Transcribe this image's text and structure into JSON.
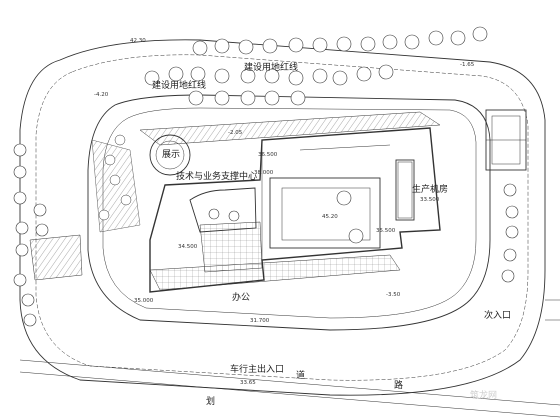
{
  "labels": {
    "land_west": "建设用地红线",
    "land_north": "建设用地红线",
    "exhibit": "展示",
    "tech_center": "技术与业务支撑中心",
    "production": "生产机房",
    "office": "办公",
    "side_entrance": "次入口",
    "main_entrance": "车行主出入口",
    "road_left": "道",
    "road_right": "路",
    "road_mid": "划",
    "watermark": "筑龙网"
  },
  "elevations": {
    "e1": "42.30",
    "e2": "-4.20",
    "e3": "45.20",
    "e4": "38.000",
    "e5": "35.500",
    "e6": "33.500",
    "e7": "36.500",
    "e8": "34.500",
    "e9": "31.700",
    "e10": "35.000",
    "e11": "33.65",
    "e12": "-2.05",
    "e13": "-3.50",
    "e14": "-1.65"
  }
}
